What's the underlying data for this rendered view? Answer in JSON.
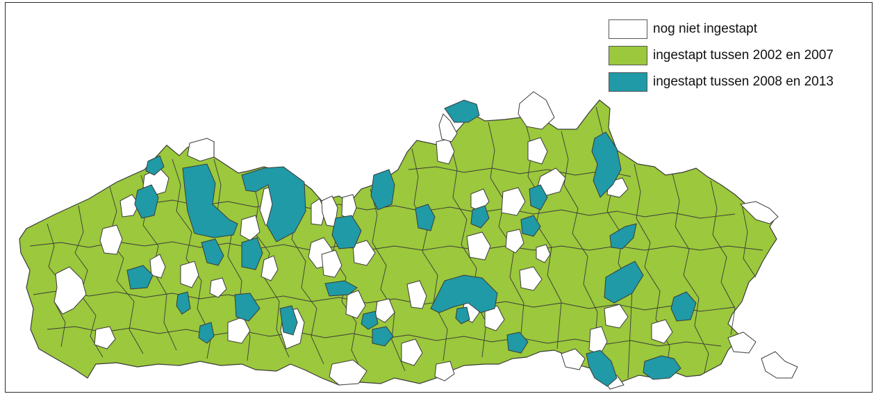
{
  "legend": [
    {
      "label": "nog niet ingestapt",
      "color": "#ffffff"
    },
    {
      "label": "ingestapt tussen 2002 en 2007",
      "color": "#9bc83c"
    },
    {
      "label": "ingestapt tussen 2008 en 2013",
      "color": "#1f9aa6"
    }
  ],
  "colors": {
    "outline": "#3a3a3a",
    "frame": "#2a2a2a"
  }
}
